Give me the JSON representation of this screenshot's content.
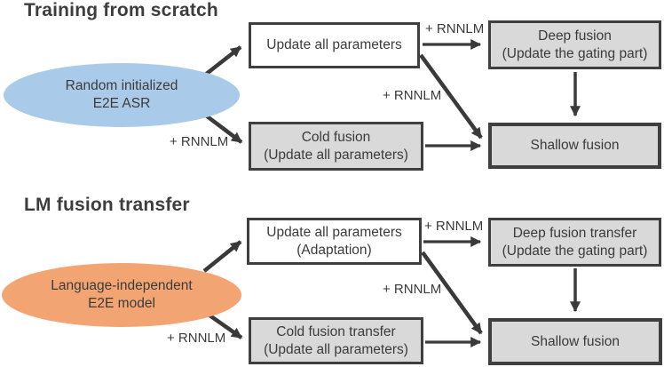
{
  "labels": {
    "rnnlm": "+ RNNLM"
  },
  "colors": {
    "source_top_fill": "#a9cbe9",
    "source_bottom_fill": "#f2a572",
    "box_gray_fill": "#d9d9d9",
    "box_white_fill": "#ffffff",
    "box_border": "#3f3f3f",
    "arrow": "#3a3a3a",
    "text": "#3b3b3b"
  },
  "sections": {
    "top": {
      "title": "Training from scratch",
      "source_ellipse": {
        "lines": [
          "Random initialized",
          "E2E ASR"
        ]
      },
      "update_box": {
        "lines": [
          "Update all parameters"
        ]
      },
      "deep_box": {
        "lines": [
          "Deep fusion",
          "(Update the gating part)"
        ]
      },
      "cold_box": {
        "lines": [
          "Cold fusion",
          "(Update all parameters)"
        ]
      },
      "shallow_box": {
        "lines": [
          "Shallow fusion"
        ]
      },
      "rnnlm_labels": [
        "+ RNNLM",
        "+ RNNLM",
        "+ RNNLM"
      ]
    },
    "bottom": {
      "title": "LM fusion transfer",
      "source_ellipse": {
        "lines": [
          "Language-independent",
          "E2E model"
        ]
      },
      "update_box": {
        "lines": [
          "Update all parameters",
          "(Adaptation)"
        ]
      },
      "deep_box": {
        "lines": [
          "Deep fusion transfer",
          "(Update the gating part)"
        ]
      },
      "cold_box": {
        "lines": [
          "Cold fusion transfer",
          "(Update all parameters)"
        ]
      },
      "shallow_box": {
        "lines": [
          "Shallow fusion"
        ]
      },
      "rnnlm_labels": [
        "+ RNNLM",
        "+ RNNLM",
        "+ RNNLM"
      ]
    }
  }
}
